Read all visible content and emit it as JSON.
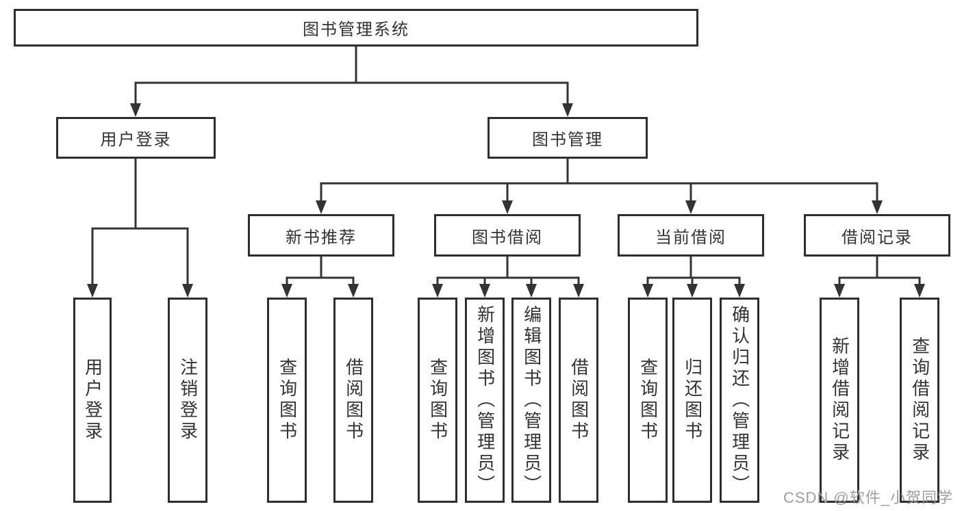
{
  "diagram_title": "图书管理系统",
  "tree": {
    "root": {
      "label": "图书管理系统",
      "children": [
        {
          "label": "用户登录",
          "children": [
            {
              "label": "用户登录"
            },
            {
              "label": "注销登录"
            }
          ]
        },
        {
          "label": "图书管理",
          "children": [
            {
              "label": "新书推荐",
              "children": [
                {
                  "label": "查询图书"
                },
                {
                  "label": "借阅图书"
                }
              ]
            },
            {
              "label": "图书借阅",
              "children": [
                {
                  "label": "查询图书"
                },
                {
                  "label": "新增图书（管理员）"
                },
                {
                  "label": "编辑图书（管理员）"
                },
                {
                  "label": "借阅图书"
                }
              ]
            },
            {
              "label": "当前借阅",
              "children": [
                {
                  "label": "查询图书"
                },
                {
                  "label": "归还图书"
                },
                {
                  "label": "确认归还（管理员）"
                }
              ]
            },
            {
              "label": "借阅记录",
              "children": [
                {
                  "label": "新增借阅记录"
                },
                {
                  "label": "查询借阅记录"
                }
              ]
            }
          ]
        }
      ]
    }
  },
  "watermark": {
    "text": "CSDN @软件_小贺同学"
  },
  "colors": {
    "line": "#333333",
    "box_border": "#2e2e2e",
    "text": "#333333",
    "watermark": "#9e9e9e",
    "background": "#ffffff"
  }
}
